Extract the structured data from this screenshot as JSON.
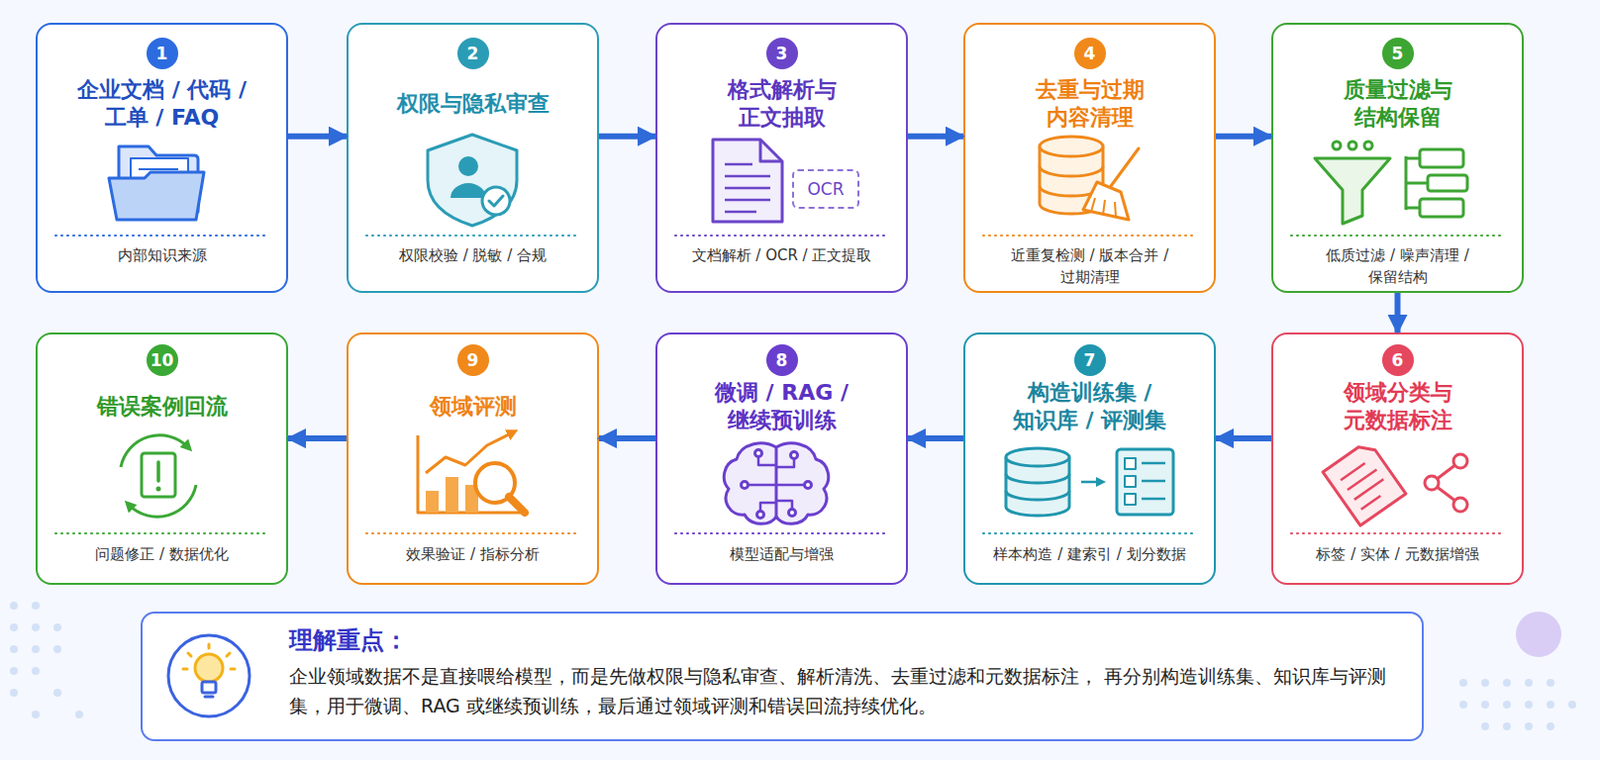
{
  "diagram": {
    "nodes": [
      {
        "text": [
          "企业文档 / 代码 / 工单 / FAQ",
          "内部知识来源"
        ]
      },
      {
        "text": [
          "1"
        ],
        "in": 0
      },
      {
        "text": [
          "权限与隐私审查",
          "权限校验 / 脱敏 / 合规"
        ]
      },
      {
        "text": [
          "2"
        ],
        "in": 2
      },
      {
        "text": [
          "格式解析与 正文抽取",
          "文档解析 / OCR / 正文提取"
        ]
      },
      {
        "text": [
          "3"
        ],
        "in": 4
      },
      {
        "text": [
          "OCR"
        ],
        "in": 4
      },
      {
        "text": [
          "去重与过期 内容清理",
          "近重复检测 / 版本合并 / 过期清理"
        ]
      },
      {
        "text": [
          "4"
        ],
        "in": 7
      },
      {
        "text": [
          "质量过滤与 结构保留",
          "低质过滤 / 噪声清理 / 保留结构"
        ]
      },
      {
        "text": [
          "5"
        ],
        "in": 9
      },
      {
        "text": [
          "领域分类与 元数据标注",
          "标签 / 实体 / 元数据增强"
        ]
      },
      {
        "text": [
          "6"
        ],
        "in": 11
      },
      {
        "text": [
          "构造训练集 / 知识库 / 评测集",
          "样本构造 / 建索引 / 划分数据"
        ]
      },
      {
        "text": [
          "7"
        ],
        "in": 13
      },
      {
        "text": [
          "微调 / RAG / 继续预训练",
          "模型适配与增强"
        ]
      },
      {
        "text": [
          "8"
        ],
        "in": 15
      },
      {
        "text": [
          "领域评测",
          "效果验证 / 指标分析"
        ]
      },
      {
        "text": [
          "9"
        ],
        "in": 17
      },
      {
        "text": [
          "错误案例回流",
          "问题修正 / 数据优化"
        ]
      },
      {
        "text": [
          "10"
        ],
        "in": 19
      },
      {
        "text": [
          "理解重点：",
          "企业领域数据不是直接喂给模型，而是先做权限与隐私审查、解析清洗、去重过滤和元数据标注， 再分别构造训练集、知识库与评测集，用于微调、RAG 或继续预训练，最后通过领域评测和错误回流持续优化。"
        ]
      }
    ],
    "edges": [
      {
        "from": 0,
        "to": 2,
        "arrow": "to"
      },
      {
        "from": 2,
        "to": 4,
        "arrow": "to"
      },
      {
        "from": 4,
        "to": 7,
        "arrow": "to"
      },
      {
        "from": 7,
        "to": 9,
        "arrow": "to"
      },
      {
        "from": 9,
        "to": 11,
        "arrow": "to"
      },
      {
        "from": 11,
        "to": 13,
        "arrow": "to"
      },
      {
        "from": 13,
        "to": 15,
        "arrow": "to"
      },
      {
        "from": 15,
        "to": 17,
        "arrow": "to"
      },
      {
        "from": 17,
        "to": 19,
        "arrow": "to"
      }
    ]
  }
}
